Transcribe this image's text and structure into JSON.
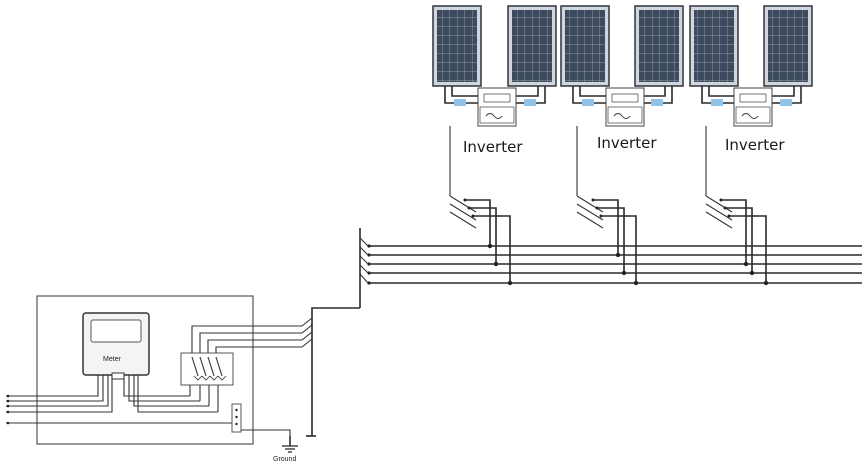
{
  "inverters": [
    {
      "label": "Inverter"
    },
    {
      "label": "Inverter"
    },
    {
      "label": "Inverter"
    }
  ],
  "meter": {
    "label": "Meter"
  },
  "ground": {
    "label": "Ground"
  },
  "icons": [
    "solar-panel-icon",
    "inverter-icon",
    "meter-icon",
    "breaker-icon",
    "ground-icon"
  ],
  "colors": {
    "wire": "#2a2a2a",
    "panel_cell": "#3b4658",
    "terminal": "#8fc3ea"
  }
}
